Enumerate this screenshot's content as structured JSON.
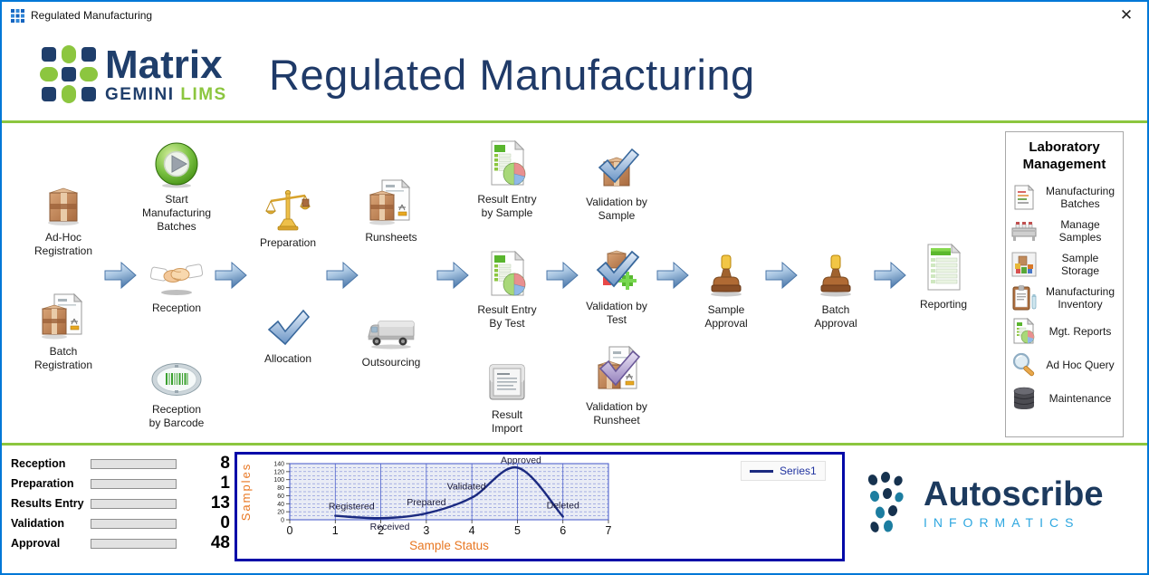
{
  "window": {
    "title": "Regulated Manufacturing",
    "close_glyph": "✕"
  },
  "header": {
    "logo": {
      "brand": "Matrix",
      "sub_left": "GEMINI",
      "sub_right": "LIMS"
    },
    "title": "Regulated Manufacturing"
  },
  "flow": {
    "nodes": [
      {
        "id": "ad-hoc-registration",
        "icon": "package-icon",
        "label": "Ad-Hoc\nRegistration"
      },
      {
        "id": "start-manufacturing-batches",
        "icon": "play-icon",
        "label": "Start\nManufacturing\nBatches"
      },
      {
        "id": "preparation",
        "icon": "scales-icon",
        "label": "Preparation"
      },
      {
        "id": "runsheets",
        "icon": "box-document-icon",
        "label": "Runsheets"
      },
      {
        "id": "result-entry-by-sample",
        "icon": "results-document-icon",
        "label": "Result Entry\nby Sample"
      },
      {
        "id": "validation-by-sample",
        "icon": "box-check-icon",
        "label": "Validation by\nSample"
      },
      {
        "id": "reception",
        "icon": "handshake-icon",
        "label": "Reception"
      },
      {
        "id": "result-entry-by-test",
        "icon": "results-document-icon",
        "label": "Result Entry\nBy Test"
      },
      {
        "id": "validation-by-test",
        "icon": "test-check-icon",
        "label": "Validation by\nTest"
      },
      {
        "id": "sample-approval",
        "icon": "stamp-icon",
        "label": "Sample\nApproval"
      },
      {
        "id": "batch-approval",
        "icon": "stamp-icon",
        "label": "Batch\nApproval"
      },
      {
        "id": "reporting",
        "icon": "report-document-icon",
        "label": "Reporting"
      },
      {
        "id": "batch-registration",
        "icon": "box-document-icon",
        "label": "Batch\nRegistration"
      },
      {
        "id": "allocation",
        "icon": "check-icon",
        "label": "Allocation"
      },
      {
        "id": "outsourcing",
        "icon": "truck-icon",
        "label": "Outsourcing"
      },
      {
        "id": "result-import",
        "icon": "import-document-icon",
        "label": "Result\nImport"
      },
      {
        "id": "validation-by-runsheet",
        "icon": "runsheet-check-icon",
        "label": "Validation by\nRunsheet"
      },
      {
        "id": "reception-by-barcode",
        "icon": "barcode-icon",
        "label": "Reception\nby Barcode"
      }
    ]
  },
  "sidebar": {
    "title": "Laboratory\nManagement",
    "items": [
      {
        "icon": "batches-document-icon",
        "label": "Manufacturing\nBatches"
      },
      {
        "icon": "tube-rack-icon",
        "label": "Manage\nSamples"
      },
      {
        "icon": "storage-box-icon",
        "label": "Sample\nStorage"
      },
      {
        "icon": "clipboard-icon",
        "label": "Manufacturing\nInventory"
      },
      {
        "icon": "report-pie-icon",
        "label": "Mgt. Reports"
      },
      {
        "icon": "magnifier-icon",
        "label": "Ad Hoc Query"
      },
      {
        "icon": "database-icon",
        "label": "Maintenance"
      }
    ]
  },
  "stats": {
    "bar_max": 76,
    "items": [
      {
        "label": "Reception",
        "value": 8
      },
      {
        "label": "Preparation",
        "value": 1
      },
      {
        "label": "Results Entry",
        "value": 13
      },
      {
        "label": "Validation",
        "value": 0
      },
      {
        "label": "Approval",
        "value": 48
      }
    ]
  },
  "chart_data": {
    "type": "line",
    "series": [
      {
        "name": "Series1",
        "x": [
          1,
          2,
          3,
          4,
          5,
          6
        ],
        "y": [
          10,
          4,
          16,
          55,
          130,
          8
        ],
        "point_labels": [
          "Registered",
          "Received",
          "Prepared",
          "Validated",
          "Approved",
          "Deleted"
        ]
      }
    ],
    "xlabel": "Sample Status",
    "ylabel": "Samples",
    "xlim": [
      0,
      7
    ],
    "ylim": [
      0,
      140
    ],
    "x_ticks": [
      0,
      1,
      2,
      3,
      4,
      5,
      6,
      7
    ],
    "y_ticks": [
      0,
      20,
      40,
      60,
      80,
      100,
      120,
      140
    ],
    "legend": {
      "position": "top-right",
      "entries": [
        "Series1"
      ]
    },
    "grid": true,
    "colors": {
      "line": "#1b2a80",
      "grid": "#4055c8",
      "plot_bg": "#e9ecf5",
      "axis_label": "#e87722",
      "border": "#0009a8"
    }
  },
  "footer": {
    "brand": "Autoscribe",
    "brand_sub": "INFORMATICS"
  },
  "colors": {
    "accent_green": "#8cc63f",
    "window_border": "#0078d7",
    "navy": "#1f3a68",
    "progress_green": "#1daf4a"
  }
}
